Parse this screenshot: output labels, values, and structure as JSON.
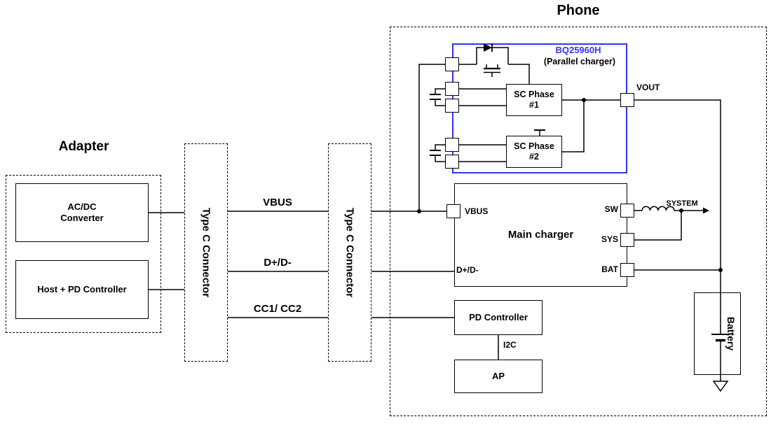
{
  "colors": {
    "bq_accent": "#3333f0",
    "line": "#000000"
  },
  "adapter": {
    "title": "Adapter",
    "acdc": "AC/DC\nConverter",
    "host": "Host + PD Controller"
  },
  "type_c_connector": "Type C Connector",
  "signals": {
    "vbus": "VBUS",
    "data": "D+/D-",
    "cc": "CC1/ CC2"
  },
  "phone": {
    "title": "Phone",
    "bq25960h": {
      "name": "BQ25960H",
      "subtitle": "(Parallel charger)",
      "sc_phase_1": "SC Phase\n#1",
      "sc_phase_2": "SC Phase\n#2",
      "vout_pin": "VOUT"
    },
    "main_charger": {
      "title": "Main charger",
      "vbus_pin": "VBUS",
      "data_pin": "D+/D-",
      "sw_pin": "SW",
      "sys_pin": "SYS",
      "bat_pin": "BAT",
      "system_label": "SYSTEM"
    },
    "pd_controller": "PD Controller",
    "i2c": "I2C",
    "ap": "AP",
    "battery": "Battery"
  }
}
